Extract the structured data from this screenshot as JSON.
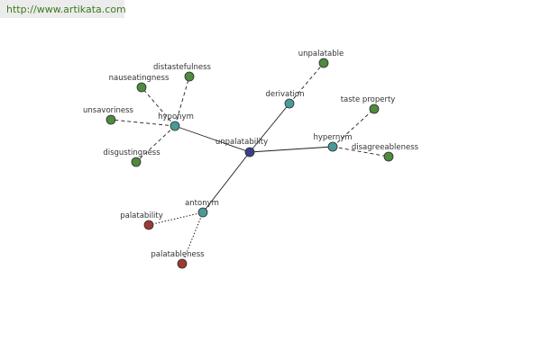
{
  "watermark": "http://www.artikata.com",
  "colors": {
    "center": "#3b3f8f",
    "relation": "#4a9a98",
    "term": "#4f8a3e",
    "antonym_term": "#9b3a32"
  },
  "nodes": {
    "center": "unpalatability",
    "hyponym": "hyponym",
    "derivation": "derivation",
    "hypernym": "hypernym",
    "antonym": "antonym",
    "distastefulness": "distastefulness",
    "nauseatingness": "nauseatingness",
    "unsavoriness": "unsavoriness",
    "disgustingness": "disgustingness",
    "unpalatable": "unpalatable",
    "taste_property": "taste property",
    "disagreeableness": "disagreeableness",
    "palatability": "palatability",
    "palatableness": "palatableness"
  }
}
